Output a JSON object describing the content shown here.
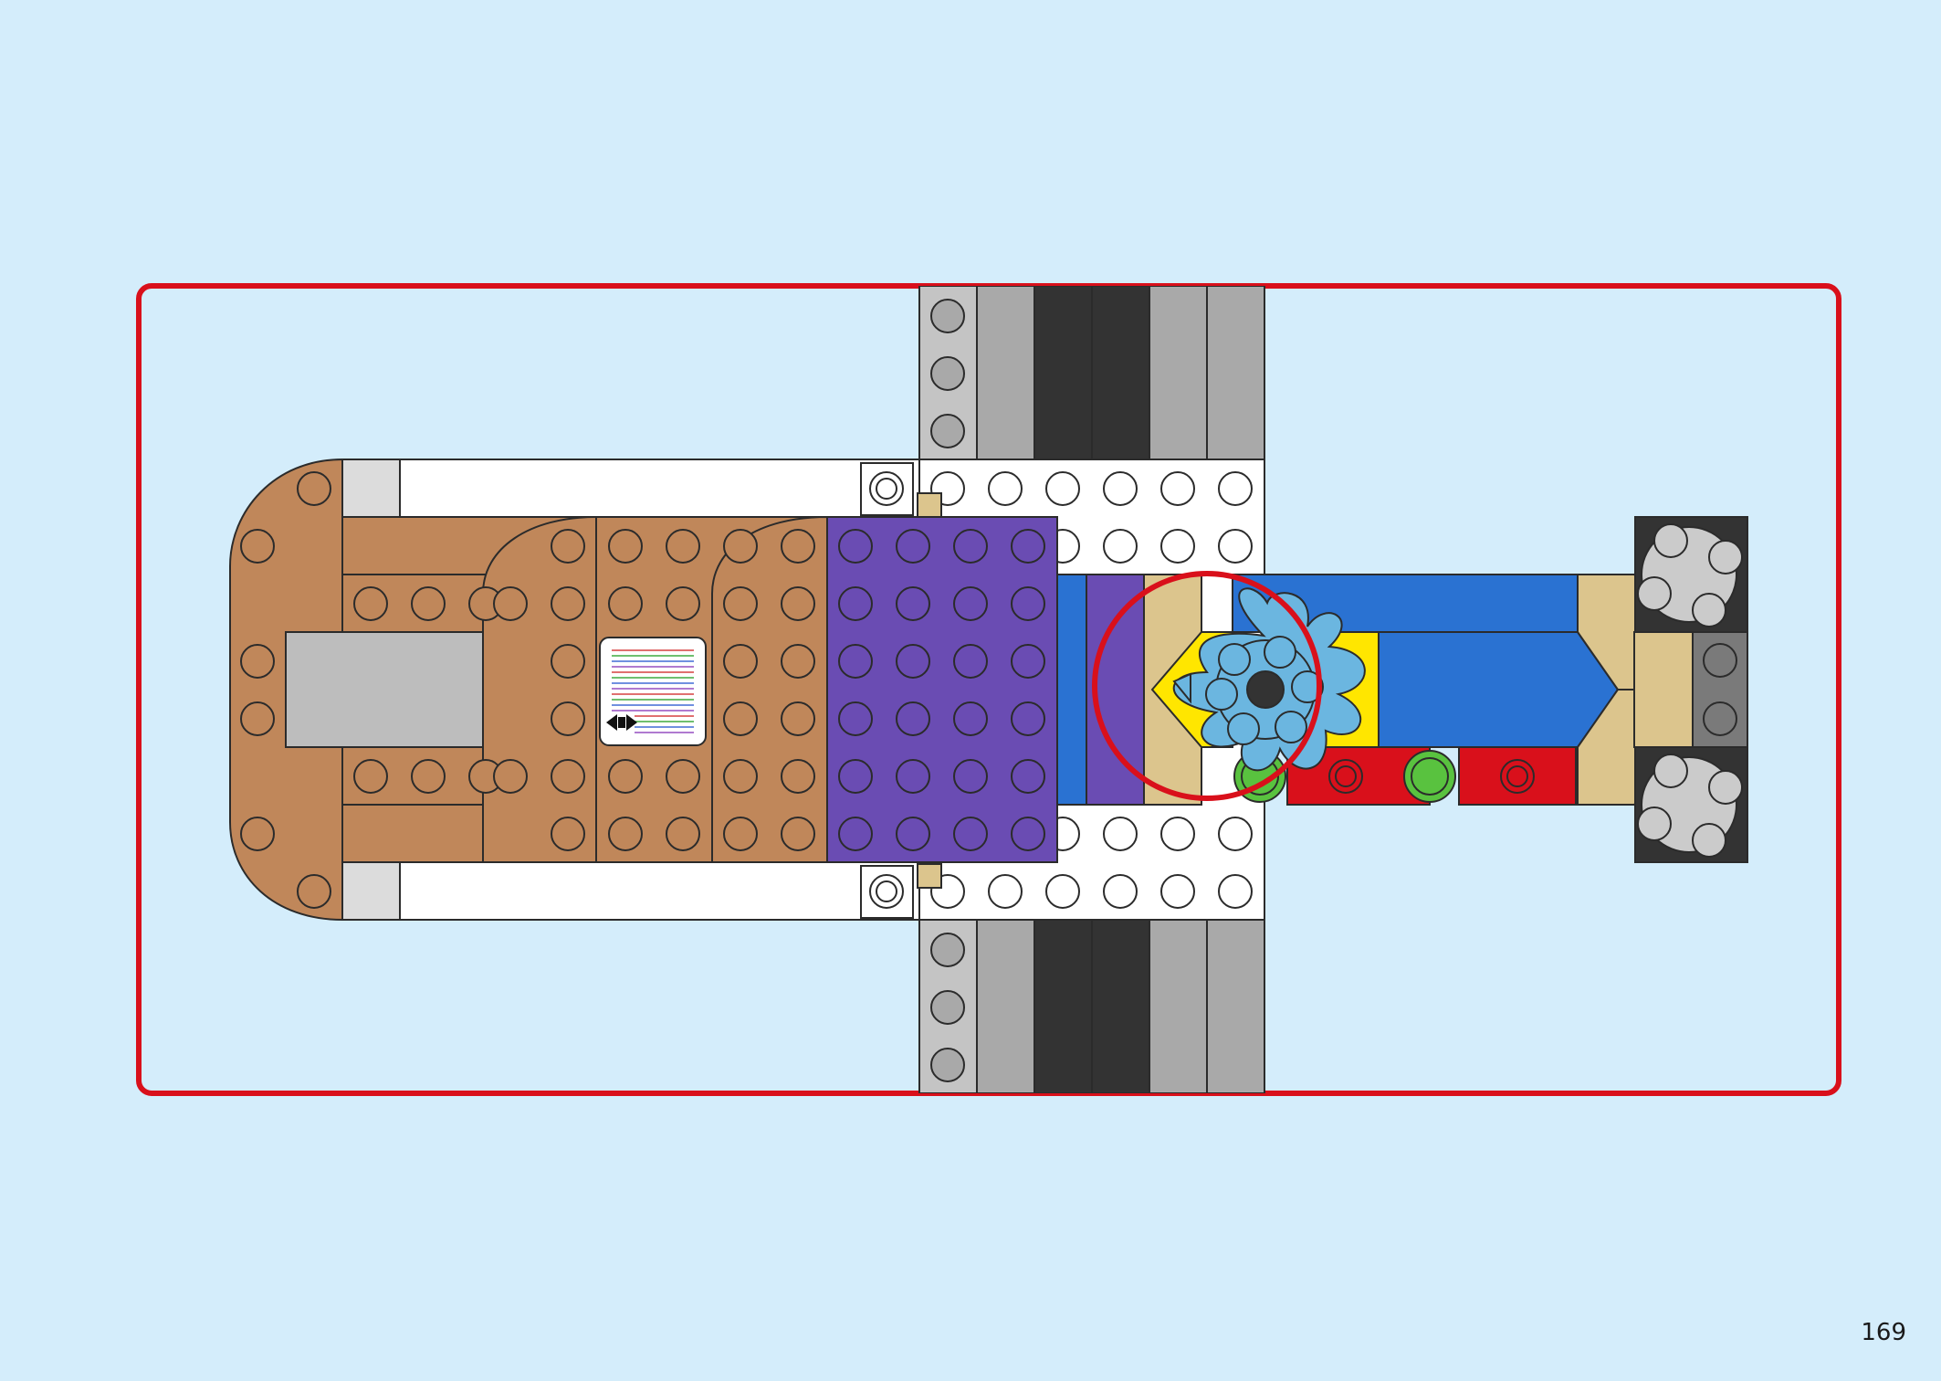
{
  "page": {
    "number": "169",
    "background": "#d4edfb"
  },
  "colors": {
    "frame": "#d9101b",
    "outline": "#2b2b2b",
    "brown": "#c0875a",
    "purple": "#6a4cb3",
    "blue": "#2a72d2",
    "light_blue": "#6bb6e0",
    "yellow": "#ffe600",
    "red": "#d9101b",
    "green": "#59c23f",
    "tan": "#dcc58d",
    "white": "#ffffff",
    "light_gray": "#bdbdbd",
    "mid_gray": "#a9a9a9",
    "dark_gray": "#333333",
    "tile_gray": "#cbcbcb"
  },
  "callouts": {
    "frame": "red-rounded-frame",
    "highlight": "red-circle-around-propeller"
  },
  "icons": {
    "printed_tile": "striped-screen-tile-icon",
    "arrow": "double-arrow-icon",
    "turntable": "turntable-icon"
  }
}
